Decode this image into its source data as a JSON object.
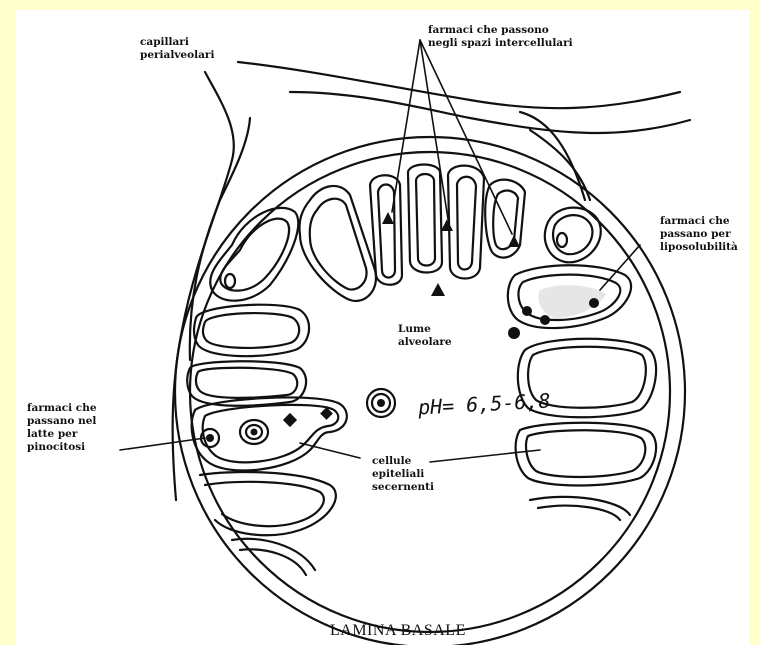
{
  "labels": {
    "capillari": "capillari\nperialveolari",
    "intercellulari": "farmaci che passono\nnegli spazi intercellulari",
    "liposolubilita": "farmaci che\npassano per\nliposolubilità",
    "lume": "Lume\nalveolare",
    "pinocitosi": "farmaci che\npassano nel\nlatte per\npinocitosi",
    "cellule": "cellule\nepiteliali\nsecernenti",
    "lamina": "LAMINA BASALE",
    "ph": "pH= 6,5-6,8"
  }
}
